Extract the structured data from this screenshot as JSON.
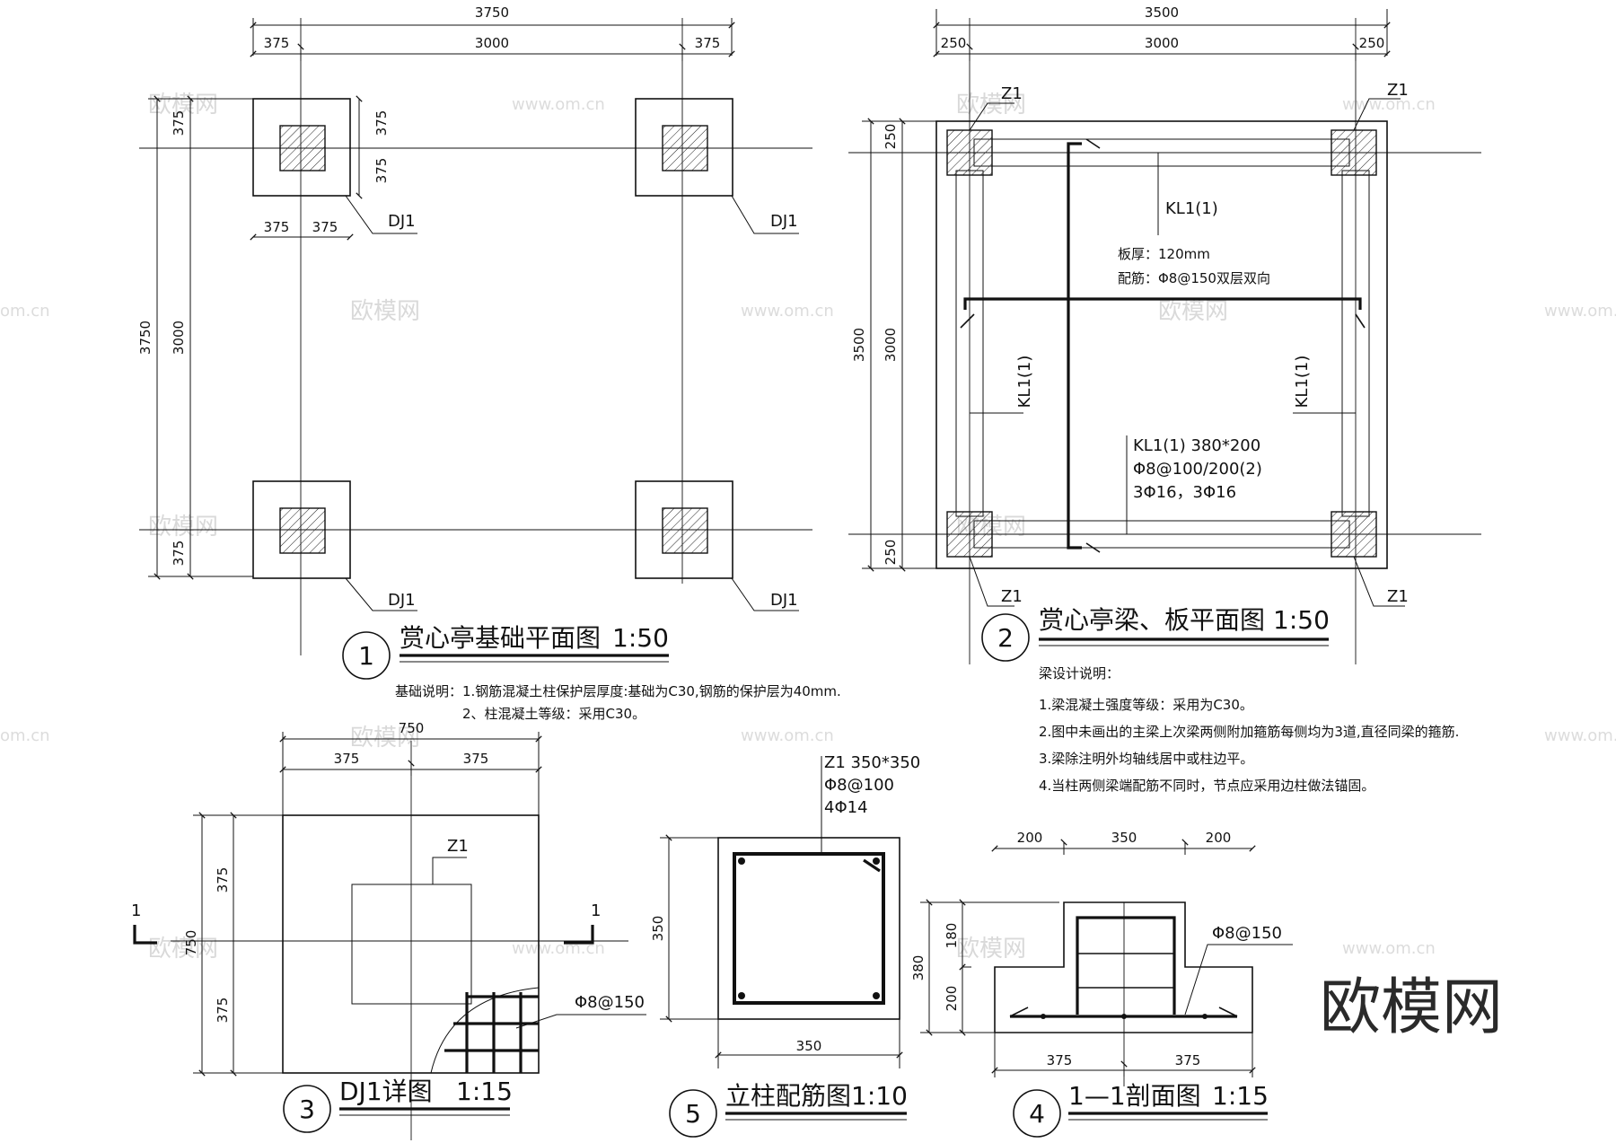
{
  "plan1": {
    "dims_top_total": "3750",
    "dims_top_a": "375",
    "dims_top_b": "3000",
    "dims_top_c": "375",
    "dims_left_total": "3750",
    "dims_left_b": "3000",
    "dims_left_a": "375",
    "dims_left_c": "375",
    "dims_pad_v1": "375",
    "dims_pad_v2": "375",
    "dims_pad_h1": "375",
    "dims_pad_h2": "375",
    "footing_label": "DJ1",
    "number": "1",
    "title": "赏心亭基础平面图",
    "scale": "1:50",
    "note_line1": "基础说明：1.钢筋混凝土柱保护层厚度:基础为C30,钢筋的保护层为40mm.",
    "note_line2": "2、柱混凝土等级：采用C30。"
  },
  "plan2": {
    "dims_top_total": "3500",
    "dims_top_a": "250",
    "dims_top_b": "3000",
    "dims_top_c": "250",
    "dims_left_total": "3500",
    "dims_left_b": "3000",
    "dims_left_a": "250",
    "dims_left_c": "250",
    "column_label": "Z1",
    "beam_label": "KL1(1)",
    "slab_thickness": "板厚：120mm",
    "slab_rebar": "配筋：Φ8@150双层双向",
    "beam_spec1": "KL1(1) 380*200",
    "beam_spec2": "Φ8@100/200(2)",
    "beam_spec3": "3Φ16，3Φ16",
    "number": "2",
    "title": "赏心亭梁、板平面图",
    "scale": "1:50",
    "notes_heading": "梁设计说明：",
    "notes": [
      "1.梁混凝土强度等级：采用为C30。",
      "2.图中未画出的主梁上次梁两侧附加箍筋每侧均为3道,直径同梁的箍筋.",
      "3.梁除注明外均轴线居中或柱边平。",
      "4.当柱两侧梁端配筋不同时，节点应采用边柱做法锚固。"
    ]
  },
  "detail3": {
    "dim_total": "750",
    "dim_a": "375",
    "dim_b": "375",
    "dim_left_total": "750",
    "dim_left_a": "375",
    "dim_left_b": "375",
    "column_label": "Z1",
    "section_mark": "1",
    "rebar": "Φ8@150",
    "number": "3",
    "title": "DJ1详图",
    "scale": "1:15"
  },
  "detail5": {
    "spec1": "Z1 350*350",
    "spec2": "Φ8@100",
    "spec3": "4Φ14",
    "dim_v": "350",
    "dim_h": "350",
    "number": "5",
    "title": "立柱配筋图",
    "scale": "1:10"
  },
  "detail4": {
    "dim_top_a": "200",
    "dim_top_b": "350",
    "dim_top_c": "200",
    "dim_left_total": "380",
    "dim_left_a": "180",
    "dim_left_b": "200",
    "dim_bot_a": "375",
    "dim_bot_b": "375",
    "rebar": "Φ8@150",
    "number": "4",
    "title": "1—1剖面图",
    "scale": "1:15"
  },
  "watermark": {
    "brand": "欧模网",
    "url": "www.om.cn",
    "url_short": "om.cn"
  }
}
